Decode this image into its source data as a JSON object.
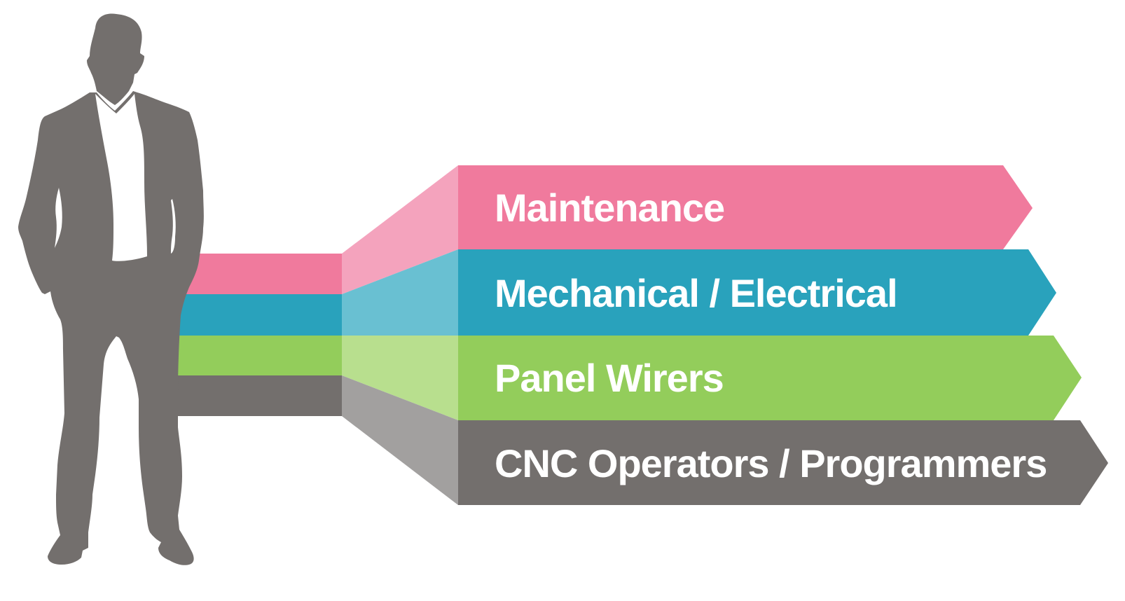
{
  "diagram": {
    "roles": [
      {
        "label": "Maintenance",
        "color": "#f07a9d",
        "fan_color": "#f4a3bd"
      },
      {
        "label": "Mechanical / Electrical",
        "color": "#29a2bc",
        "fan_color": "#69c0d2"
      },
      {
        "label": "Panel Wirers",
        "color": "#93cd5b",
        "fan_color": "#b8df8e"
      },
      {
        "label": "CNC Operators / Programmers",
        "color": "#736f6d",
        "fan_color": "#a2a09f"
      }
    ],
    "figure": {
      "icon": "businessman-silhouette-icon",
      "color": "#736f6d",
      "shirt_color": "#ffffff"
    }
  }
}
